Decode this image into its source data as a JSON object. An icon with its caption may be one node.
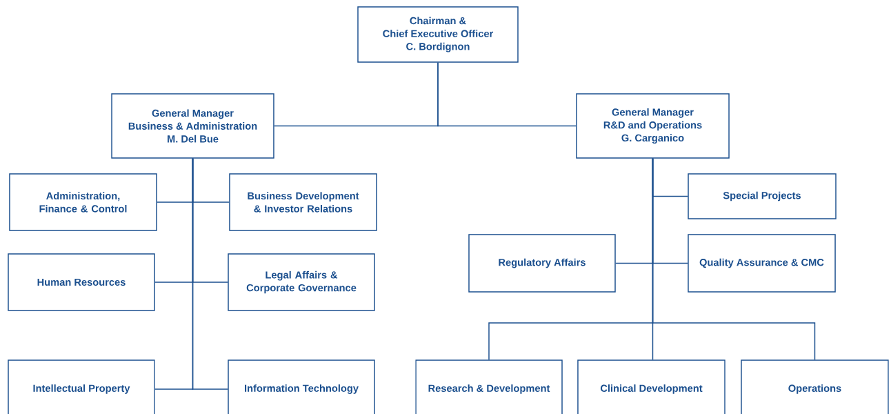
{
  "diagram": {
    "nodes": [
      {
        "text": [
          "Chairman &",
          "Chief Executive Officer",
          "C. Bordignon"
        ]
      },
      {
        "text": [
          "General Manager",
          "Business & Administration",
          "M. Del Bue"
        ]
      },
      {
        "text": [
          "General Manager",
          "R&D and Operations",
          "G. Carganico"
        ]
      },
      {
        "text": [
          "Administration, Finance & Control"
        ]
      },
      {
        "text": [
          "Business Development & Investor Relations"
        ]
      },
      {
        "text": [
          "Human Resources"
        ]
      },
      {
        "text": [
          "Legal Affairs & Corporate Governance"
        ]
      },
      {
        "text": [
          "Intellectual Property"
        ]
      },
      {
        "text": [
          "Information Technology"
        ]
      },
      {
        "text": [
          "Special Projects"
        ]
      },
      {
        "text": [
          "Regulatory Affairs"
        ]
      },
      {
        "text": [
          "Quality Assurance & CMC"
        ]
      },
      {
        "text": [
          "Research & Development"
        ]
      },
      {
        "text": [
          "Clinical Development"
        ]
      },
      {
        "text": [
          "Operations"
        ]
      }
    ],
    "edges": [
      {
        "from": 0,
        "to": 1,
        "arrow": "none"
      },
      {
        "from": 0,
        "to": 2,
        "arrow": "none"
      },
      {
        "from": 1,
        "to": 3,
        "arrow": "none"
      },
      {
        "from": 1,
        "to": 4,
        "arrow": "none"
      },
      {
        "from": 1,
        "to": 5,
        "arrow": "none"
      },
      {
        "from": 1,
        "to": 6,
        "arrow": "none"
      },
      {
        "from": 1,
        "to": 7,
        "arrow": "none"
      },
      {
        "from": 1,
        "to": 8,
        "arrow": "none"
      },
      {
        "from": 2,
        "to": 9,
        "arrow": "none"
      },
      {
        "from": 2,
        "to": 10,
        "arrow": "none"
      },
      {
        "from": 2,
        "to": 11,
        "arrow": "none"
      },
      {
        "from": 2,
        "to": 12,
        "arrow": "none"
      },
      {
        "from": 2,
        "to": 13,
        "arrow": "none"
      },
      {
        "from": 2,
        "to": 14,
        "arrow": "none"
      }
    ]
  }
}
